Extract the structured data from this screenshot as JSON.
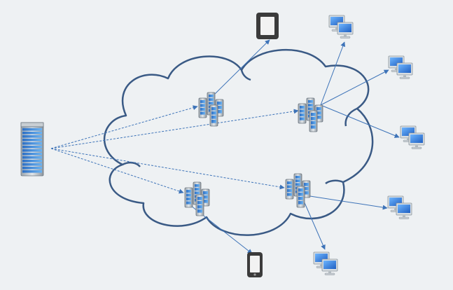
{
  "diagram": {
    "type": "network-topology",
    "background_color": "#eef1f3",
    "cloud_stroke_color": "#3a5a85",
    "link_color": "#3d73b8",
    "nodes": [
      {
        "id": "origin-server",
        "kind": "server"
      },
      {
        "id": "edge-cluster-1",
        "kind": "server-cluster"
      },
      {
        "id": "edge-cluster-2",
        "kind": "server-cluster"
      },
      {
        "id": "edge-cluster-3",
        "kind": "server-cluster"
      },
      {
        "id": "edge-cluster-4",
        "kind": "server-cluster"
      },
      {
        "id": "tablet",
        "kind": "tablet"
      },
      {
        "id": "smartphone",
        "kind": "smartphone"
      },
      {
        "id": "desktop-1",
        "kind": "desktop"
      },
      {
        "id": "desktop-2",
        "kind": "desktop"
      },
      {
        "id": "desktop-3",
        "kind": "desktop"
      },
      {
        "id": "desktop-4",
        "kind": "desktop"
      },
      {
        "id": "desktop-5",
        "kind": "desktop"
      }
    ],
    "links": [
      {
        "from": "origin-server",
        "to": "edge-cluster-1",
        "style": "dashed"
      },
      {
        "from": "origin-server",
        "to": "edge-cluster-2",
        "style": "dashed"
      },
      {
        "from": "origin-server",
        "to": "edge-cluster-3",
        "style": "dashed"
      },
      {
        "from": "origin-server",
        "to": "edge-cluster-4",
        "style": "dashed"
      },
      {
        "from": "edge-cluster-1",
        "to": "tablet",
        "style": "solid"
      },
      {
        "from": "edge-cluster-2",
        "to": "desktop-1",
        "style": "solid"
      },
      {
        "from": "edge-cluster-2",
        "to": "desktop-2",
        "style": "solid"
      },
      {
        "from": "edge-cluster-2",
        "to": "desktop-3",
        "style": "solid"
      },
      {
        "from": "edge-cluster-3",
        "to": "smartphone",
        "style": "solid"
      },
      {
        "from": "edge-cluster-4",
        "to": "desktop-4",
        "style": "solid"
      },
      {
        "from": "edge-cluster-4",
        "to": "desktop-5",
        "style": "solid"
      }
    ]
  }
}
